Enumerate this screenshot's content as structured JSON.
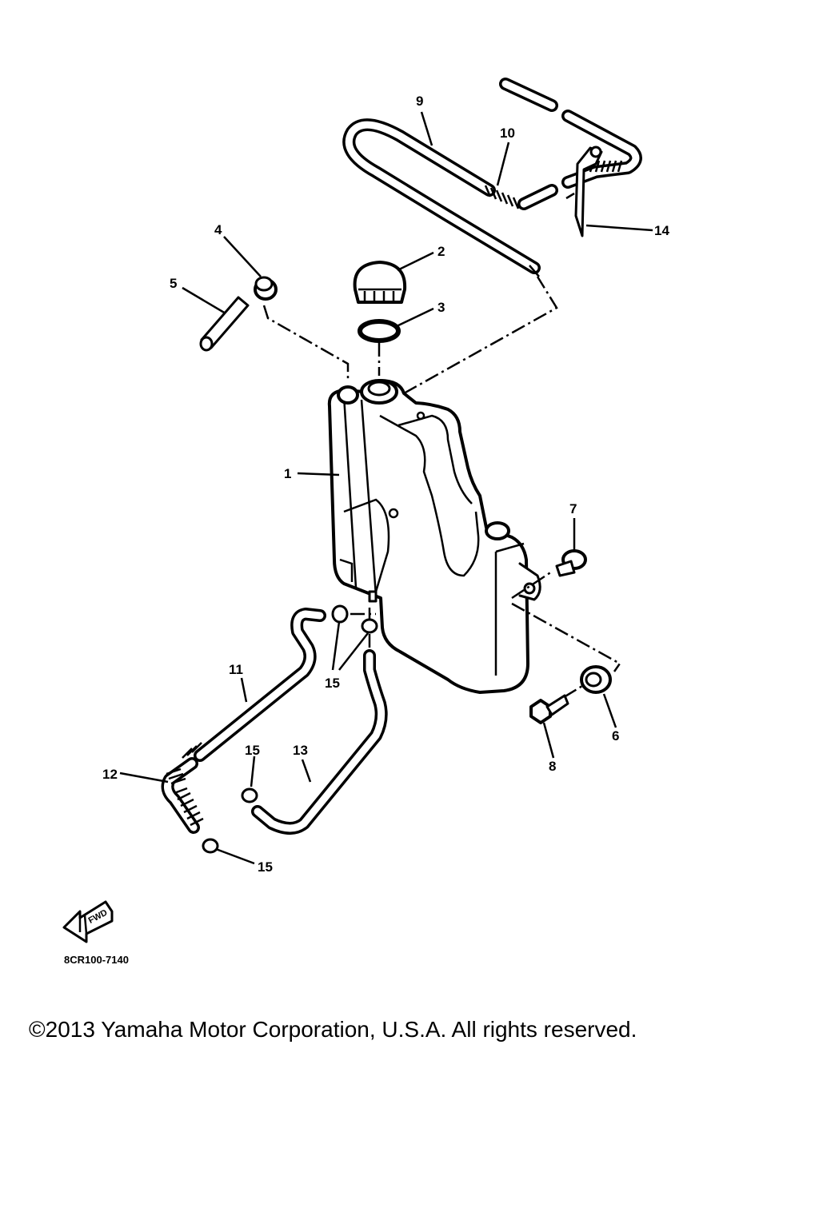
{
  "callouts": {
    "c1": "1",
    "c2": "2",
    "c3": "3",
    "c4": "4",
    "c5": "5",
    "c6": "6",
    "c7": "7",
    "c8": "8",
    "c9": "9",
    "c10": "10",
    "c11": "11",
    "c12": "12",
    "c13": "13",
    "c14": "14",
    "c15a": "15",
    "c15b": "15",
    "c15c": "15"
  },
  "fwd_label": "FWD",
  "diagram_code": "8CR100-7140",
  "copyright": "©2013 Yamaha Motor Corporation, U.S.A. All rights reserved."
}
